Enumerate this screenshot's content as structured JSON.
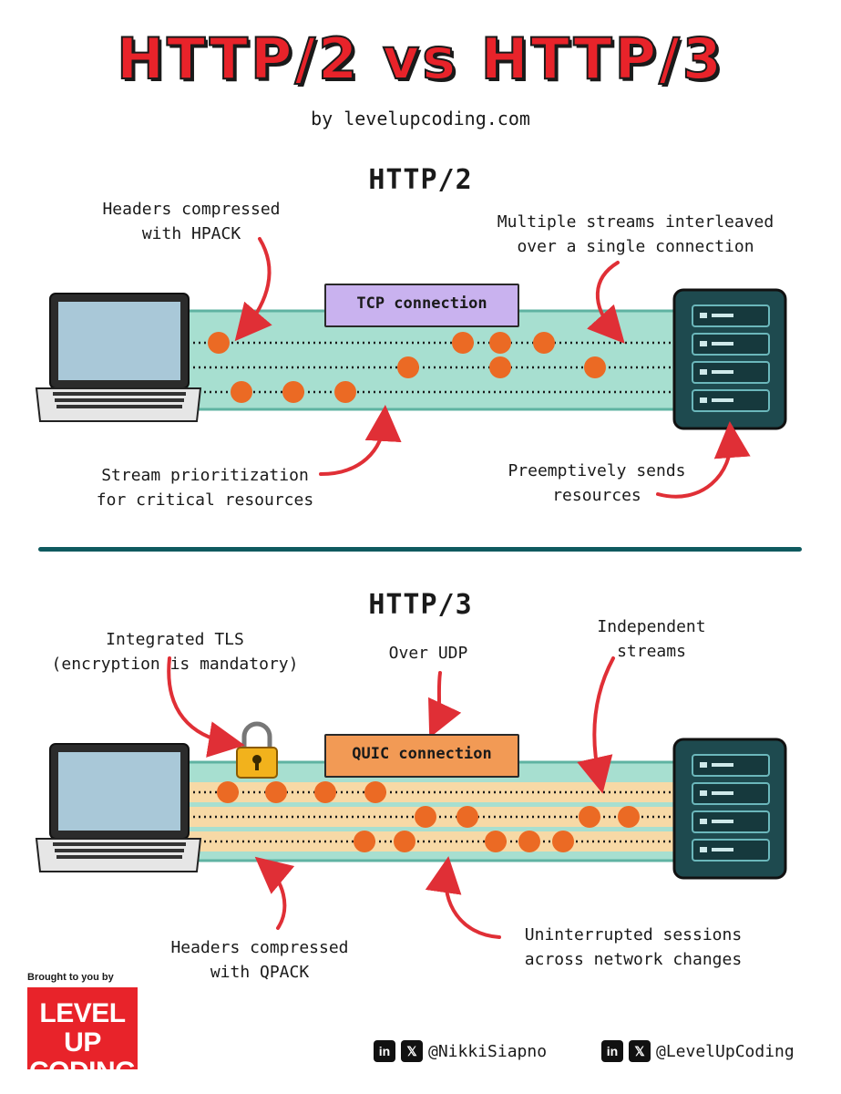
{
  "title": "HTTP/2 vs HTTP/3",
  "byline": "by levelupcoding.com",
  "http2": {
    "heading": "HTTP/2",
    "connection_label": "TCP connection",
    "notes": {
      "hpack": [
        "Headers compressed",
        "with HPACK"
      ],
      "multiplex": [
        "Multiple streams interleaved",
        "over a single connection"
      ],
      "priority": [
        "Stream prioritization",
        "for critical resources"
      ],
      "push": [
        "Preemptively sends",
        "resources"
      ]
    }
  },
  "http3": {
    "heading": "HTTP/3",
    "connection_label": "QUIC connection",
    "notes": {
      "tls": [
        "Integrated TLS",
        "(encryption is mandatory)"
      ],
      "udp": [
        "Over UDP"
      ],
      "independent": [
        "Independent",
        "streams"
      ],
      "qpack": [
        "Headers compressed",
        "with QPACK"
      ],
      "migration": [
        "Uninterrupted sessions",
        "across network changes"
      ]
    }
  },
  "branding": {
    "brought_by": "Brought to you by",
    "logo_line1": "LEVEL UP",
    "logo_line2": "CODING",
    "handle_1": "@NikkiSiapno",
    "handle_2": "@LevelUpCoding",
    "linkedin_icon_text": "in",
    "x_icon_text": "𝕏"
  },
  "colors": {
    "title_red": "#e8232a",
    "pipe_teal": "#a7dfd0",
    "pipe_edge": "#5fb3a2",
    "tcp_label": "#c9b2ef",
    "quic_label": "#f29a55",
    "quic_lane": "#f7d9a6",
    "packet": "#eb6a24",
    "arrow": "#e02f36",
    "divider": "#0f5a5f"
  }
}
